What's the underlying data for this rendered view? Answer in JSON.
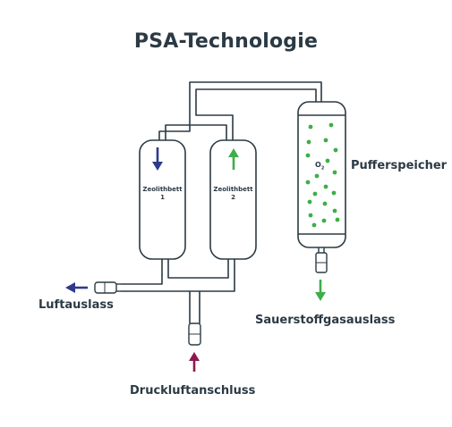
{
  "title": "PSA-Technologie",
  "beds": [
    {
      "name": "Zeolithbett",
      "number": "1",
      "flow": "down"
    },
    {
      "name": "Zeolithbett",
      "number": "2",
      "flow": "up"
    }
  ],
  "tank": {
    "label": "Pufferspeicher",
    "gas": "O",
    "gas_subscript": "2"
  },
  "labels": {
    "exhaust": "Luftauslass",
    "oxygen_outlet": "Sauerstoffgasauslass",
    "compressed_air": "Druckluftanschluss"
  },
  "colors": {
    "outline": "#2b3a44",
    "fill": "#ffffff",
    "down_arrow": "#2e3a8c",
    "up_arrow": "#3dae49",
    "oxygen_dots": "#3dae49",
    "inlet_arrow": "#8b1a4f"
  }
}
